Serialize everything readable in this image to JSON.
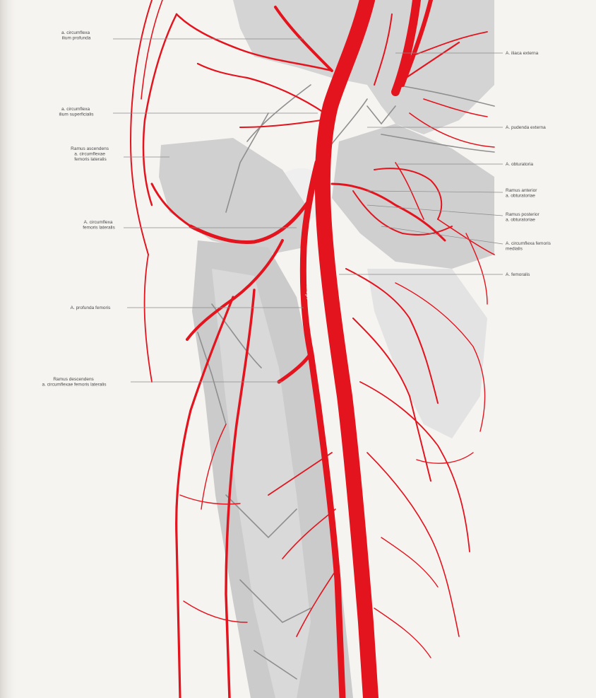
{
  "colors": {
    "artery": "#e3141e",
    "bone": "#c9c9c9",
    "muscle": "#d6d6d6",
    "paper": "#f6f4f1",
    "label": "#4a4a4a",
    "vein_grey": "#8f8f8f"
  },
  "labels": {
    "left": [
      [
        "a. circumflexa",
        "ilium profunda"
      ],
      [
        "a. circumflexa",
        "ilium superficialis"
      ],
      [
        "Ramus ascendens",
        "a. circumflexae",
        "femoris lateralis"
      ],
      [
        "A. circumflexa",
        "femoris lateralis"
      ],
      [
        "A. profunda femoris"
      ],
      [
        "Ramus descendens",
        "a. circumflexae femoris lateralis"
      ]
    ],
    "right": [
      [
        "A. iliaca externa"
      ],
      [
        "A. pudenda externa"
      ],
      [
        "A. obturatoria"
      ],
      [
        "Ramus anterior",
        "a. obturatoriae"
      ],
      [
        "Ramus posterior",
        "a. obturatoriae"
      ],
      [
        "A. circumflexa femoris",
        "medialis"
      ],
      [
        "A. femoralis"
      ]
    ]
  },
  "vessel_marking": "A. ep."
}
